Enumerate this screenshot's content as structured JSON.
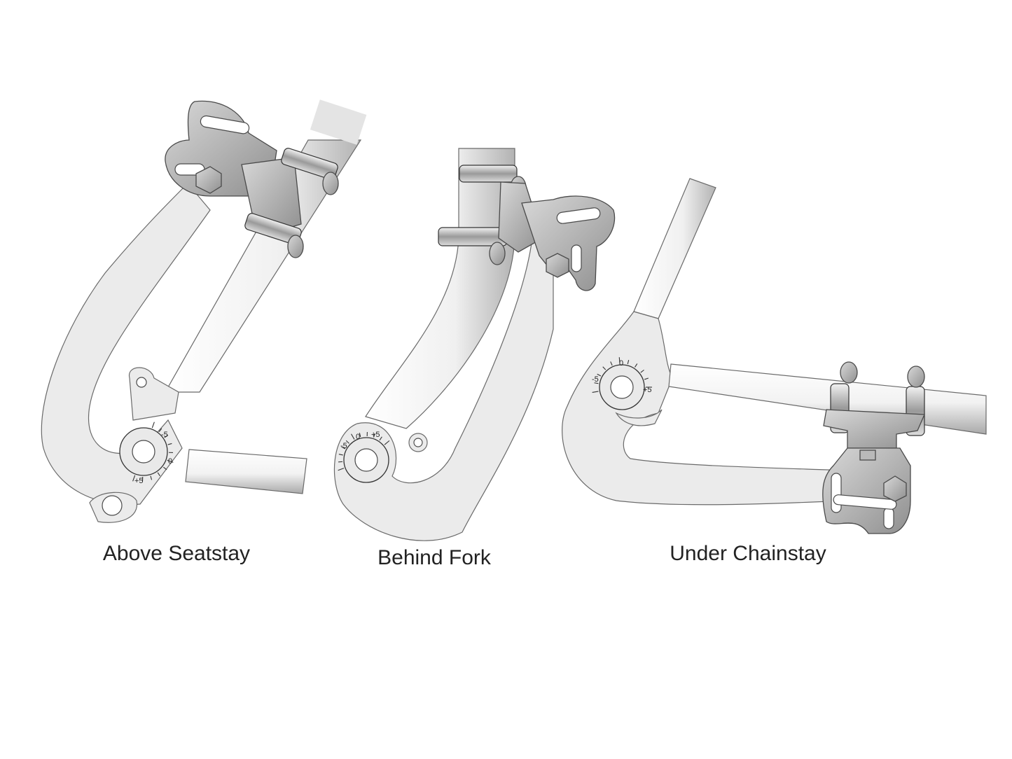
{
  "diagram": {
    "colors": {
      "frame_fill": "#ebebeb",
      "outline": "#6a6a6a",
      "metal": "#b9b9b9",
      "caption": "#222222",
      "background": "#ffffff"
    },
    "panels": [
      {
        "id": "above-seatstay",
        "label": "Above Seatstay",
        "dial_labels": [
          "-5",
          "0",
          "+5"
        ]
      },
      {
        "id": "behind-fork",
        "label": "Behind Fork",
        "dial_labels": [
          "-5",
          "0",
          "+5"
        ]
      },
      {
        "id": "under-chainstay",
        "label": "Under Chainstay",
        "dial_labels": [
          "-5",
          "0",
          "+5"
        ]
      }
    ]
  }
}
